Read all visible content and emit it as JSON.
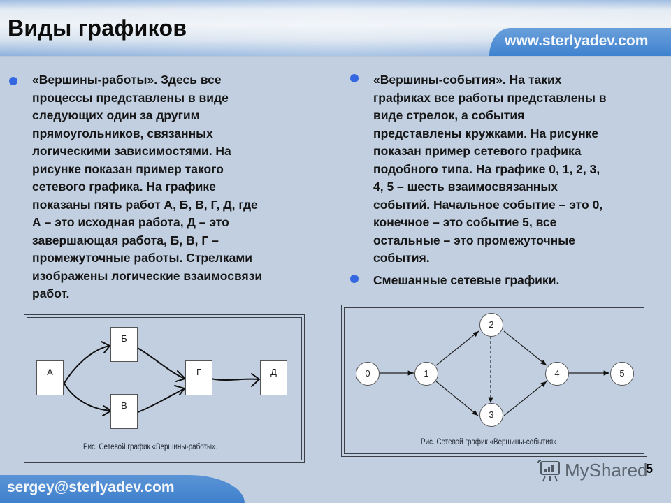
{
  "header": {
    "title": "Виды графиков",
    "website": "www.sterlyadev.com"
  },
  "left_column": {
    "bullet_lines": [
      "«Вершины-работы». Здесь все",
      "процессы представлены в виде",
      "следующих  один за другим",
      "прямоугольников, связанных",
      "логическими зависимостями.  На",
      "рисунке показан пример такого",
      "сетевого графика. На графике",
      "показаны пять работ А, Б, В, Г, Д, где",
      "А – это исходная работа, Д – это",
      "завершающая работа, Б, В, Г –",
      "промежуточные  работы. Стрелками",
      "изображены логические взаимосвязи",
      "работ."
    ]
  },
  "right_column": {
    "bullet1_lines": [
      "«Вершины-события». На таких",
      "графиках все работы представлены в",
      "виде стрелок, а события",
      "представлены кружками. На рисунке",
      "показан пример сетевого графика",
      "подобного типа. На графике 0, 1, 2, 3,",
      "4, 5 – шесть  взаимосвязанных",
      "событий. Начальное событие – это 0,",
      "конечное – это событие 5, все",
      "остальные – это промежуточные",
      "события."
    ],
    "bullet2": "Смешанные сетевые графики."
  },
  "diagram_work_nodes": {
    "caption": "Рис. Сетевой график «Вершины-работы».",
    "nodes": [
      {
        "id": "A",
        "label": "А"
      },
      {
        "id": "B",
        "label": "Б"
      },
      {
        "id": "V",
        "label": "В"
      },
      {
        "id": "G",
        "label": "Г"
      },
      {
        "id": "D",
        "label": "Д"
      }
    ],
    "edges": [
      [
        "А",
        "Б"
      ],
      [
        "А",
        "В"
      ],
      [
        "Б",
        "Г"
      ],
      [
        "В",
        "Г"
      ],
      [
        "Г",
        "Д"
      ]
    ]
  },
  "diagram_event_nodes": {
    "caption": "Рис. Сетевой график «Вершины-события».",
    "nodes": [
      {
        "id": "0",
        "label": "0"
      },
      {
        "id": "1",
        "label": "1"
      },
      {
        "id": "2",
        "label": "2"
      },
      {
        "id": "3",
        "label": "3"
      },
      {
        "id": "4",
        "label": "4"
      },
      {
        "id": "5",
        "label": "5"
      }
    ],
    "edges": [
      [
        "0",
        "1"
      ],
      [
        "1",
        "2"
      ],
      [
        "1",
        "3"
      ],
      [
        "2",
        "3",
        "dashed"
      ],
      [
        "2",
        "4"
      ],
      [
        "3",
        "4"
      ],
      [
        "4",
        "5"
      ]
    ]
  },
  "footer": {
    "email": "sergey@sterlyadev.com",
    "watermark": "MyShared",
    "page_number": "5"
  },
  "colors": {
    "background": "#c1cfe0",
    "bullet": "#3568e0",
    "accent_blue": "#3f80cc"
  }
}
